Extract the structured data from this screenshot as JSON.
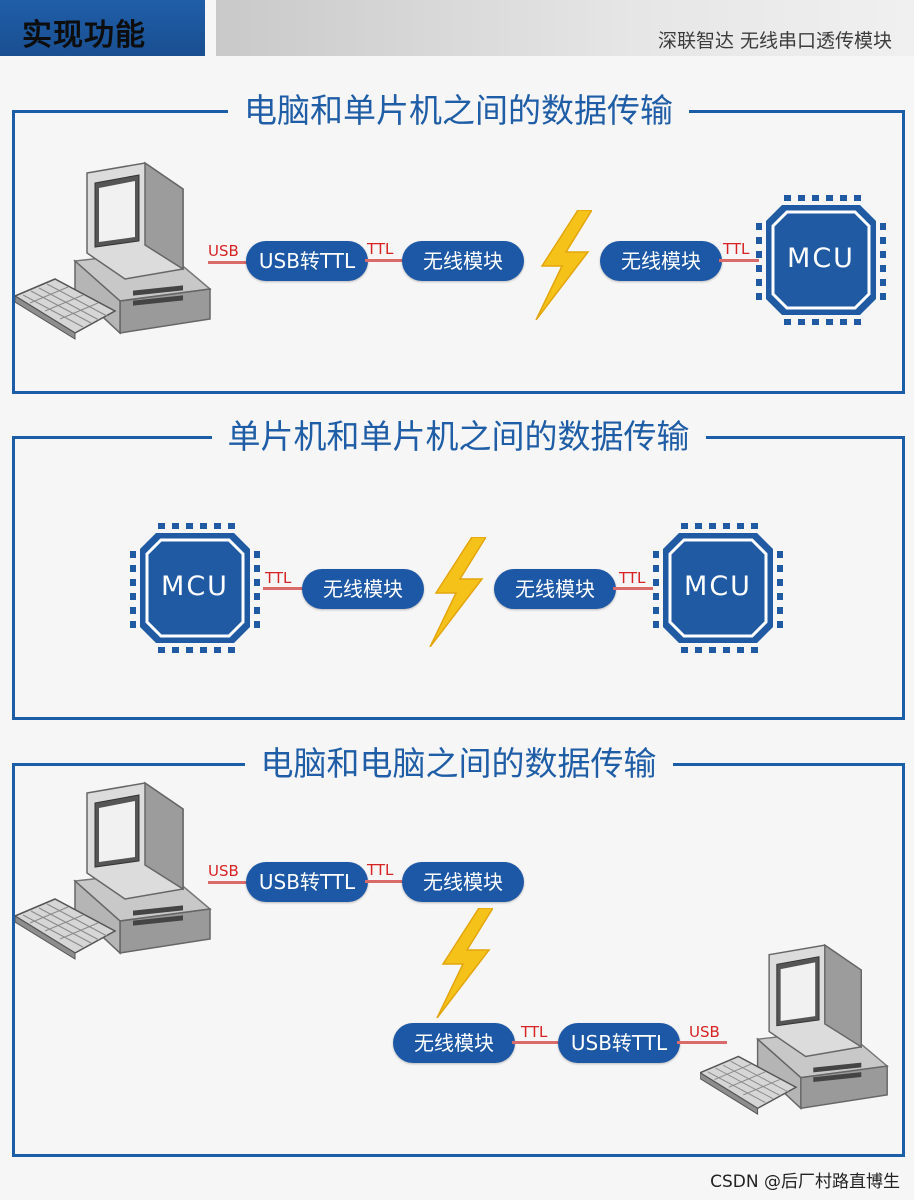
{
  "header": {
    "title": "实现功能",
    "subtitle": "深联智达   无线串口透传模块"
  },
  "colors": {
    "brand_blue": "#1c5da8",
    "pill_blue": "#1c58a5",
    "link_red": "#d72323",
    "bolt_yellow": "#f5c21a"
  },
  "panels": [
    {
      "title": "电脑和单片机之间的数据传输",
      "left": {
        "device": "computer-icon",
        "port": "USB"
      },
      "chain": [
        "USB转TTL",
        "TTL",
        "无线模块",
        "无线模块",
        "TTL"
      ],
      "right": {
        "device": "MCU"
      }
    },
    {
      "title": "单片机和单片机之间的数据传输",
      "left": {
        "device": "MCU",
        "port": "TTL"
      },
      "chain": [
        "无线模块",
        "无线模块",
        "TTL"
      ],
      "right": {
        "device": "MCU"
      }
    },
    {
      "title": "电脑和电脑之间的数据传输",
      "top_chain": [
        "USB",
        "USB转TTL",
        "TTL",
        "无线模块"
      ],
      "bottom_chain": [
        "无线模块",
        "TTL",
        "USB转TTL",
        "USB"
      ]
    }
  ],
  "icons": [
    "computer-icon",
    "mcu-chip-icon",
    "lightning-bolt-icon"
  ],
  "watermark": "CSDN @后厂村路直博生"
}
